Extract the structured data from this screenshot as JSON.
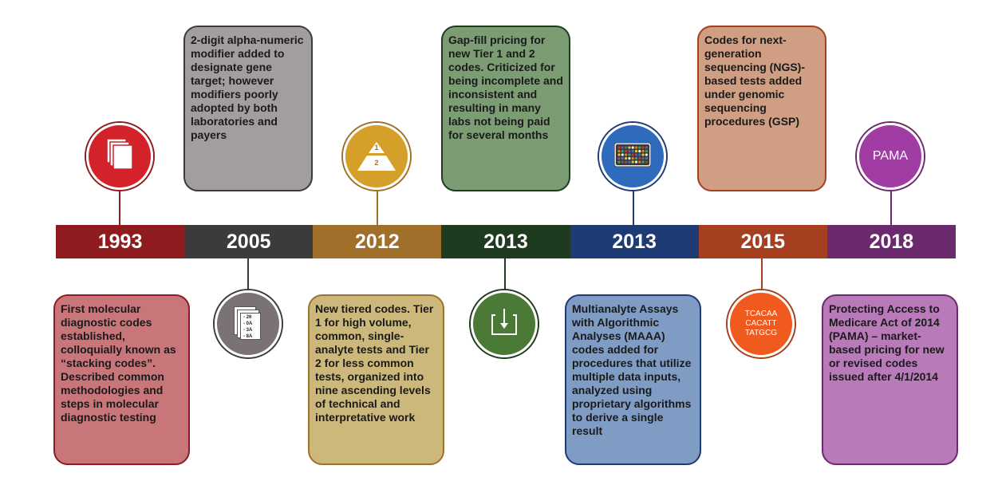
{
  "timeline": {
    "segments": [
      {
        "year": "1993",
        "color": "#8e1b1d"
      },
      {
        "year": "2005",
        "color": "#3d3a3b"
      },
      {
        "year": "2012",
        "color": "#a0702a"
      },
      {
        "year": "2013",
        "color": "#1f3b1f"
      },
      {
        "year": "2013",
        "color": "#1f3b73"
      },
      {
        "year": "2015",
        "color": "#a53f1f"
      },
      {
        "year": "2018",
        "color": "#6b2a6e"
      }
    ]
  },
  "boxes": {
    "b1993": "First molecular diagnostic codes established, colloquially known as “stacking codes”. Described common methodologies and steps in molecular diagnostic testing",
    "b2005": "2-digit alpha-numeric modifier added to designate gene target; however modifiers poorly adopted by both laboratories and payers",
    "b2012": "New tiered codes. Tier 1 for high volume, common, single-analyte tests and Tier 2 for less common tests, organized into nine ascending levels of technical and interpretative work",
    "b2013a": "Gap-fill pricing for new Tier 1 and 2 codes. Criticized for being incomplete and inconsistent and resulting in many labs not being paid for several months",
    "b2013b": "Multianalyte Assays with Algorithmic Analyses (MAAA) codes added for procedures that utilize multiple data inputs, analyzed using proprietary algorithms to derive a single result",
    "b2015": "Codes for next-generation sequencing (NGS)-based tests added under genomic sequencing procedures (GSP)",
    "b2018": "Protecting Access to Medicare Act of 2014 (PAMA) – market-based pricing for new or revised codes issued after 4/1/2014"
  },
  "icons": {
    "modifiers": [
      "- 26",
      "- 0A",
      "- 3A",
      "- 8A"
    ],
    "tiers": [
      "1",
      "2"
    ],
    "sequence": [
      "TCACAA",
      "CACATT",
      "TATGCG"
    ],
    "pama": "PAMA"
  }
}
